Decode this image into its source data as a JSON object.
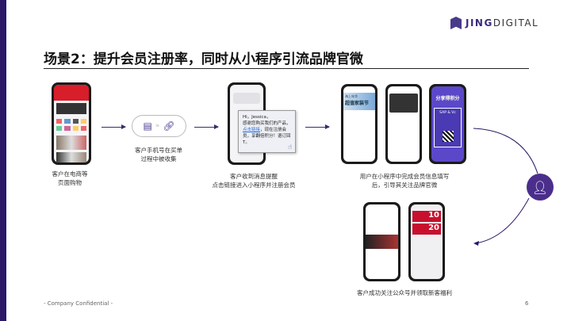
{
  "brand": {
    "name_bold": "JING",
    "name_rest": "DIGITAL"
  },
  "title": "场景2：提升会员注册率，同时从小程序引流品牌官微",
  "steps": [
    {
      "label_lines": [
        "客户在电商等",
        "页面购物"
      ]
    },
    {
      "label_lines": [
        "客户手机号在买单",
        "过程中被收集"
      ]
    },
    {
      "label_lines": [
        "客户收到消息提醒",
        "点击链接进入小程序并注册会员"
      ]
    },
    {
      "label_lines": [
        "用户在小程序中完成会员信息填写",
        "后，引导其关注品牌官微"
      ]
    },
    {
      "label_lines": [
        "客户成功关注公众号并领取新客福利"
      ]
    }
  ],
  "sms": {
    "greeting": "Hi，Jessica，",
    "line1": "感谢您购买我们的产品，",
    "link": "点击链接",
    "line2": "，现在注册会员，享翻倍积分！退订回T。"
  },
  "mini_program": {
    "banner": "超值家装节",
    "banner_small": "海上年华",
    "share": "分享得积分",
    "share_sub": "SAP & Vc"
  },
  "coupons": [
    "10",
    "20"
  ],
  "colors": {
    "accent": "#2b1766",
    "circle": "#4b2e8c",
    "coupon": "#c8102e"
  },
  "footer": {
    "confidential": "- Company Confidential -",
    "page": "6"
  }
}
